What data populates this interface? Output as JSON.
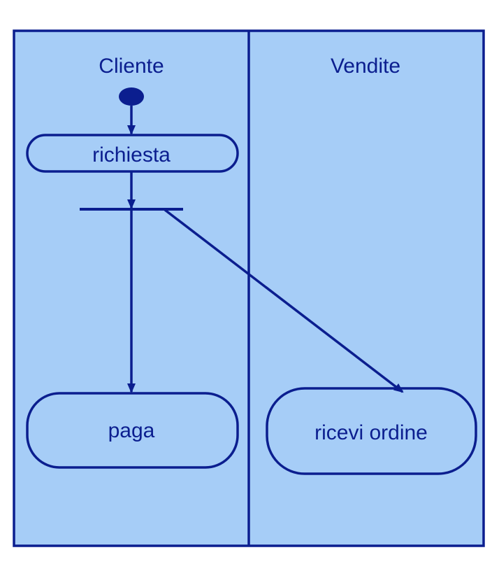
{
  "colors": {
    "lane_fill": "#a6cdf7",
    "stroke": "#0b1e8f",
    "text": "#0b1e8f"
  },
  "lanes": [
    {
      "title": "Cliente"
    },
    {
      "title": "Vendite"
    }
  ],
  "nodes": {
    "start": {
      "type": "initial-node"
    },
    "richiesta": {
      "label": "richiesta"
    },
    "fork": {
      "type": "fork-bar"
    },
    "paga": {
      "label": "paga"
    },
    "ricevi_ordine": {
      "label": "ricevi ordine"
    }
  },
  "edges": [
    {
      "from": "start",
      "to": "richiesta"
    },
    {
      "from": "richiesta",
      "to": "fork"
    },
    {
      "from": "fork",
      "to": "paga"
    },
    {
      "from": "fork",
      "to": "ricevi_ordine"
    }
  ]
}
